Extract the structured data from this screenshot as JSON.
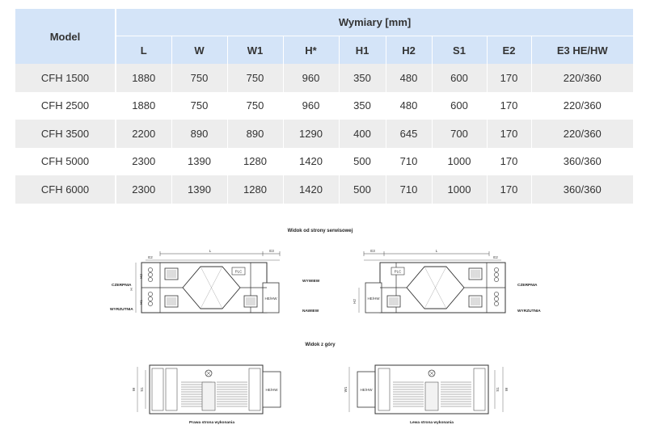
{
  "table": {
    "header_model": "Model",
    "header_group": "Wymiary [mm]",
    "columns": [
      "L",
      "W",
      "W1",
      "H*",
      "H1",
      "H2",
      "S1",
      "E2",
      "E3 HE/HW"
    ],
    "rows": [
      {
        "model": "CFH 1500",
        "values": [
          "1880",
          "750",
          "750",
          "960",
          "350",
          "480",
          "600",
          "170",
          "220/360"
        ]
      },
      {
        "model": "CFH 2500",
        "values": [
          "1880",
          "750",
          "750",
          "960",
          "350",
          "480",
          "600",
          "170",
          "220/360"
        ]
      },
      {
        "model": "CFH 3500",
        "values": [
          "2200",
          "890",
          "890",
          "1290",
          "400",
          "645",
          "700",
          "170",
          "220/360"
        ]
      },
      {
        "model": "CFH 5000",
        "values": [
          "2300",
          "1390",
          "1280",
          "1420",
          "500",
          "710",
          "1000",
          "170",
          "360/360"
        ]
      },
      {
        "model": "CFH 6000",
        "values": [
          "2300",
          "1390",
          "1280",
          "1420",
          "500",
          "710",
          "1000",
          "170",
          "360/360"
        ]
      }
    ]
  },
  "drawings": {
    "title_service": "Widok od strony serwisowej",
    "title_top": "Widok z góry",
    "caption_right": "Prawa strona wykonania",
    "caption_left": "Lewa strona wykonania",
    "label_czerpnia": "CZERPNIA",
    "label_wyrzutnia": "WYRZUTNIA",
    "label_wywiew": "WYWIEW",
    "label_nawiew": "NAWIEW",
    "label_plc": "PLC",
    "label_hehw": "HE/HW",
    "dim_l": "L",
    "dim_e3": "E3",
    "dim_e2": "E2",
    "dim_h1": "H1",
    "dim_h2": "H2",
    "dim_h": "H",
    "dim_w": "W",
    "dim_w1": "W1",
    "dim_s1": "S1"
  }
}
